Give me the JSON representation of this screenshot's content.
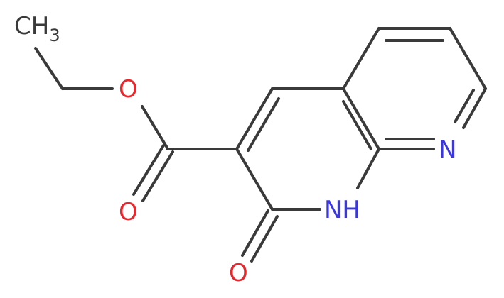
{
  "molecule": {
    "methyl_group": {
      "main": "CH",
      "subscript": "3"
    },
    "atoms": {
      "ester_oxygen": "O",
      "carbonyl_oxygen": "O",
      "ring_carbonyl_oxygen": "O",
      "ring_nitrogen": "N",
      "amide_nitrogen": "NH"
    },
    "colors": {
      "bond": "#3a3a3a",
      "oxygen": "#e8262c",
      "nitrogen": "#3a36e0",
      "carbon_label": "#3a3a3a"
    }
  }
}
